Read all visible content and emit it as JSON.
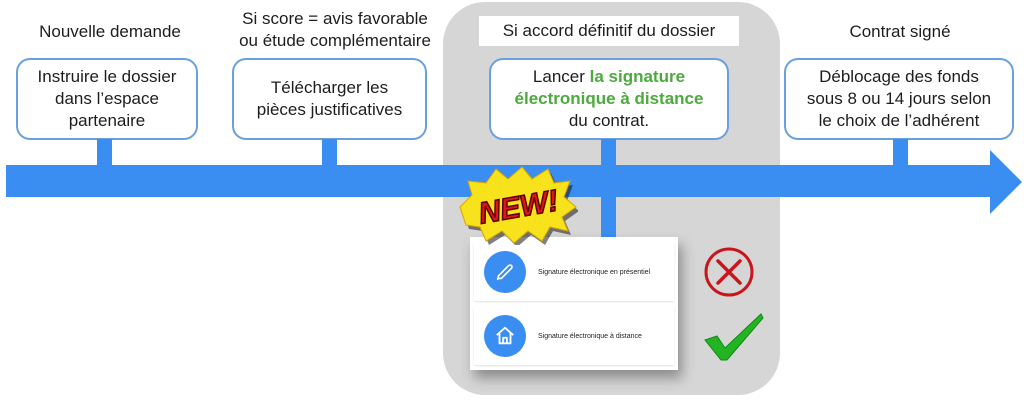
{
  "timeline": {
    "stages": [
      {
        "label": "Nouvelle demande",
        "box": [
          "Instruire le dossier",
          "dans l’espace",
          "partenaire"
        ]
      },
      {
        "label_lines": [
          "Si score = avis favorable",
          "ou étude complémentaire"
        ],
        "box": [
          "Télécharger les",
          "pièces justificatives"
        ]
      },
      {
        "label": "Si accord définitif du dossier",
        "box_prefix": "Lancer ",
        "box_highlight_1": "la signature",
        "box_highlight_2": "électronique à distance",
        "box_suffix": "du contrat."
      },
      {
        "label": "Contrat signé",
        "box": [
          "Déblocage des fonds",
          "sous 8 ou 14 jours selon",
          "le choix de l’adhérent"
        ]
      }
    ],
    "colors": {
      "arrow": "#3a8ef2",
      "highlight": "#4caa3e",
      "panel": "#d6d6d6",
      "reject": "#c8161d",
      "accept": "#22b422"
    }
  },
  "badge": {
    "text": "NEW!"
  },
  "signature_options": [
    {
      "icon": "pencil-icon",
      "label": "Signature électronique en présentiel",
      "status": "rejected"
    },
    {
      "icon": "home-icon",
      "label": "Signature électronique à distance",
      "status": "accepted"
    }
  ]
}
